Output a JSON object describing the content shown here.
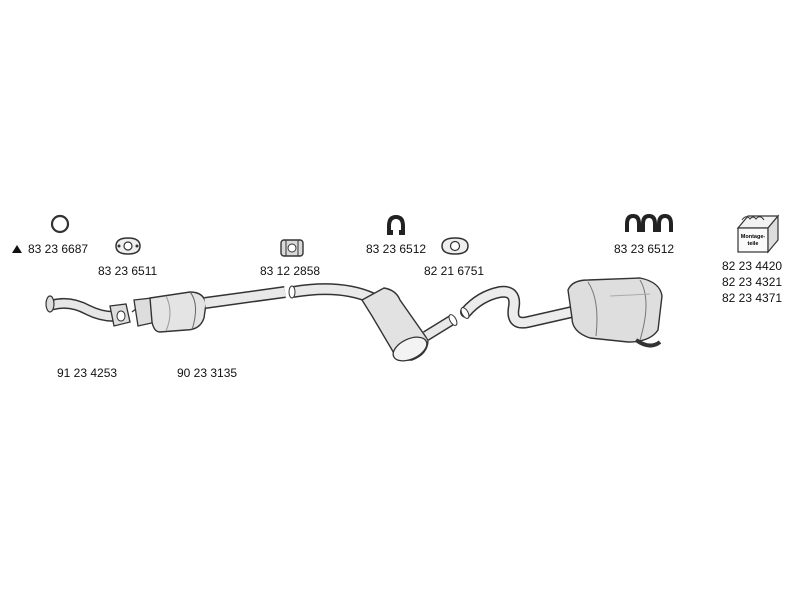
{
  "parts": {
    "seal_ring": "83 23 6687",
    "gasket": "83 23 6511",
    "clamp": "83 12 2858",
    "rubber_hanger_single": "83 23 6512",
    "gasket_center": "82 21 6751",
    "rubber_hanger_triple": "83 23 6512",
    "front_pipe": "91 23 4253",
    "catalyst": "90 23 3135"
  },
  "kit": {
    "box_label_line1": "Montage-",
    "box_label_line2": "teile",
    "numbers": [
      "82 23 4420",
      "82 23 4321",
      "82 23 4371"
    ]
  }
}
